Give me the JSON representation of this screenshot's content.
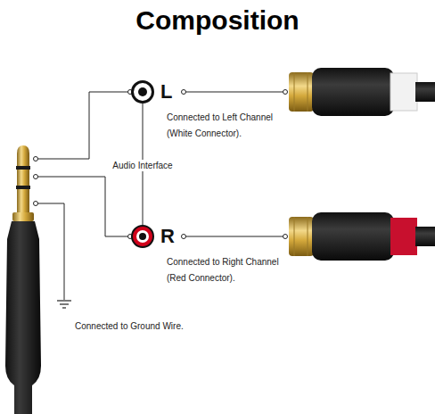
{
  "diagram": {
    "title": "Composition",
    "nodes": [
      {
        "text": [
          "L"
        ]
      },
      {
        "text": [
          "R"
        ]
      }
    ],
    "edges": [
      {
        "from": 0,
        "to": 1,
        "arrow": "none",
        "label": "Audio Interface"
      }
    ],
    "labels": [
      "Connected to Left Channel (White Connector).",
      "Connected to Right Channel (Red Connector).",
      "Connected to Ground Wire."
    ]
  }
}
